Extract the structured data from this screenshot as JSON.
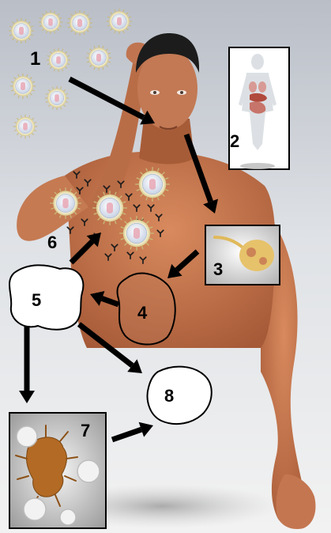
{
  "steps": {
    "s1": "1",
    "s2": "2",
    "s3": "3",
    "s4": "4",
    "s5": "5",
    "s6": "6",
    "s7": "7",
    "s8": "8"
  },
  "colors": {
    "skin": "#c9794f",
    "skin_shadow": "#9b5233",
    "virus_halo": "#e3d7a2",
    "virus_body": "#f4f6fb",
    "virus_core": "#e7a6b4",
    "antibody": "#222222",
    "cell": "#e6c26a",
    "nucleus": "#d18a58",
    "parasite": "#b26a24",
    "arrow": "#000000"
  },
  "icons": [
    "virus-icon",
    "antibody-icon",
    "human-body-icon",
    "organs-icon",
    "cell-icon",
    "parasite-icon"
  ]
}
